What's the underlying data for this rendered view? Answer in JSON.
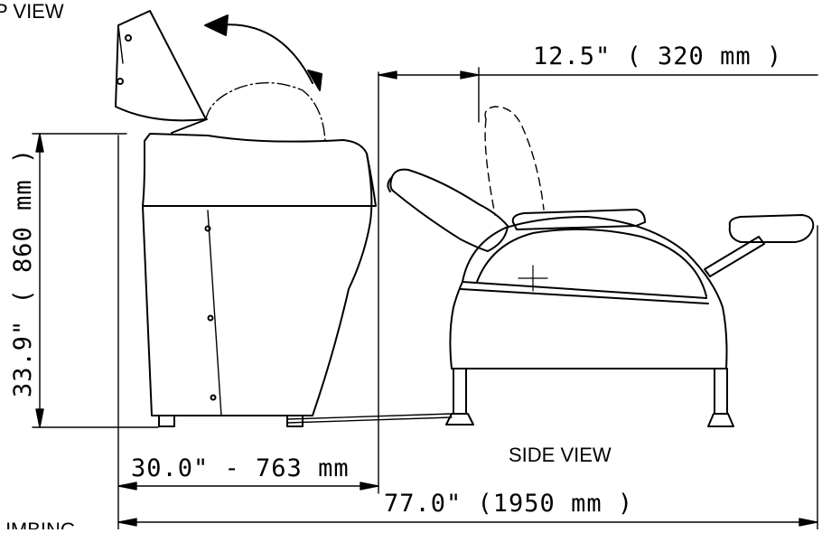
{
  "labels": {
    "top_view": "P VIEW",
    "side_view": "SIDE VIEW",
    "plumbing": "UMBING"
  },
  "dimensions": {
    "setback": "12.5\"  (  320 mm  )",
    "height": "33.9\"  ( 860 mm )",
    "bowl_depth": "30.0\"  -  763 mm",
    "overall_length": "77.0\"   (1950 mm  )"
  },
  "colors": {
    "line": "#000000",
    "background": "#ffffff"
  }
}
